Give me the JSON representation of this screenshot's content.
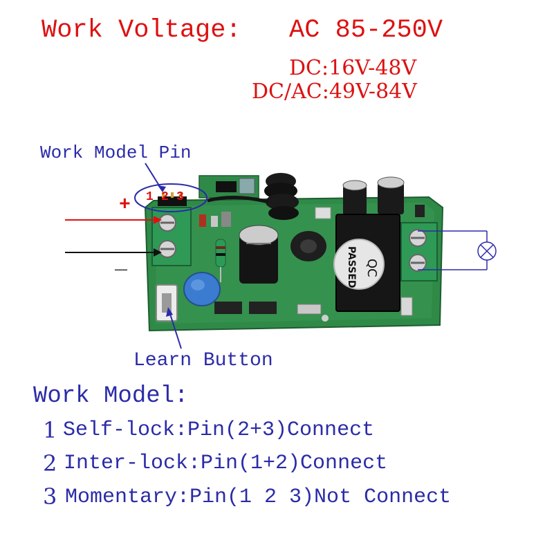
{
  "voltage": {
    "title": "Work Voltage:",
    "ac": "AC 85-250V",
    "dc": "DC:16V-48V",
    "dcac": "DC/AC:49V-84V"
  },
  "annotations": {
    "work_model_pin": "Work Model Pin",
    "learn_button": "Learn Button",
    "plus": "+",
    "minus": "_",
    "pins": [
      "1",
      "2",
      "3"
    ]
  },
  "stamp": {
    "line1": "QC",
    "line2": "PASSED"
  },
  "work_model": {
    "heading": "Work Model:",
    "items": [
      {
        "number": "1",
        "text": "Self-lock:Pin(2+3)Connect"
      },
      {
        "number": "2",
        "text": "Inter-lock:Pin(1+2)Connect"
      },
      {
        "number": "3",
        "text": "Momentary:Pin(1 2 3)Not Connect"
      }
    ]
  },
  "colors": {
    "red": "#dd1111",
    "blue": "#2b2ba8",
    "pcb_green": "#2f8a48",
    "terminal_green": "#2e9a55"
  }
}
